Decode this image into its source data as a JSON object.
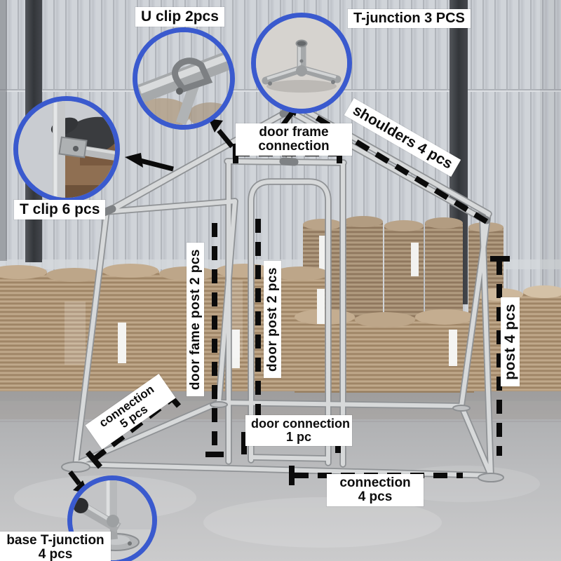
{
  "labels": {
    "u_clip": "U clip 2pcs",
    "t_junction": "T-junction 3 PCS",
    "t_clip": "T clip 6 pcs",
    "shoulders": "shoulders 4 pcs",
    "door_frame_connection": {
      "line1": "door frame",
      "line2": "connection"
    },
    "door_fame_post": "door fame post 2 pcs",
    "door_post": "door post 2 pcs",
    "post": "post 4 pcs",
    "connection_5": {
      "line1": "connection",
      "line2": "5 pcs"
    },
    "door_connection": {
      "line1": "door connection",
      "line2": "1 pc"
    },
    "connection_4": {
      "line1": "connection",
      "line2": "4 pcs"
    },
    "base_t_junction": {
      "line1": "base T-junction",
      "line2": "4 pcs"
    }
  },
  "colors": {
    "callout_ring": "#3a5ace",
    "label_bg": "#ffffff",
    "label_text": "#0d0d0d",
    "annotation": "#0b0b0b",
    "tube": "#d6d8d9",
    "wall": "#c8ccd2",
    "mesh_roll": "#b19878",
    "floor": "#bcbdbf"
  },
  "icons": {
    "callouts": [
      "u-clip-detail-callout",
      "t-junction-detail-callout",
      "t-clip-detail-callout",
      "base-t-junction-detail-callout"
    ],
    "arrows": [
      "arrow-to-u-clip",
      "arrow-to-t-junction",
      "arrow-to-t-clip",
      "arrow-to-base-t-junction"
    ]
  }
}
